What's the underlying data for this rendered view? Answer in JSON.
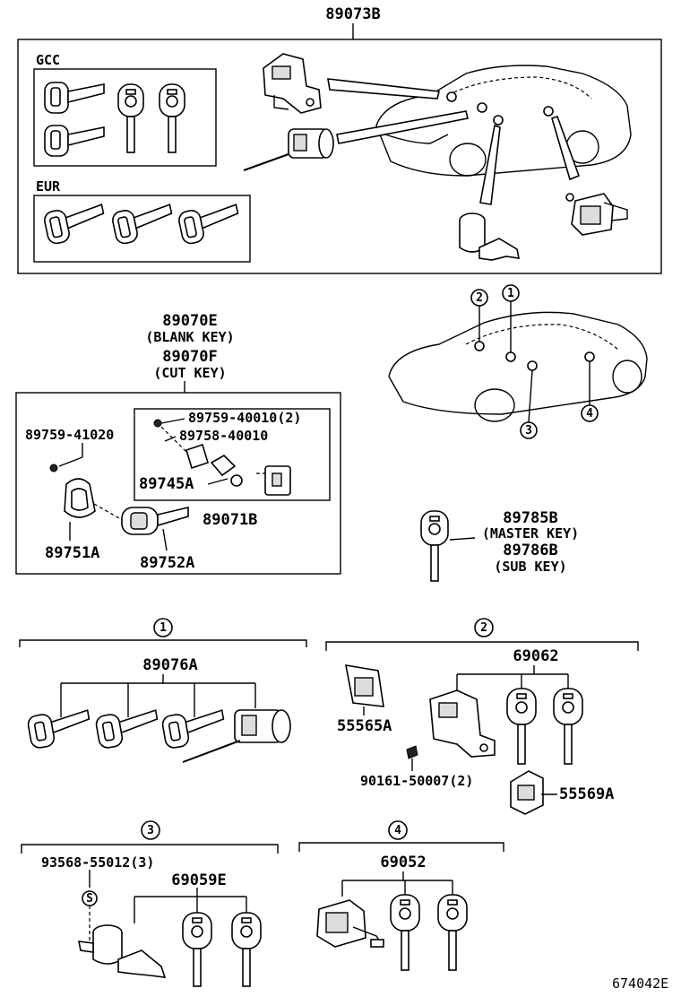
{
  "top": {
    "part": "89073B",
    "gcc_label": "GCC",
    "eur_label": "EUR"
  },
  "key_set": {
    "blank_part": "89070E",
    "blank_desc": "(BLANK KEY)",
    "cut_part": "89070F",
    "cut_desc": "(CUT KEY)",
    "screw_left": "89759-41020",
    "screw_right": "89759-40010(2)",
    "battery": "89758-40010",
    "cover": "89745A",
    "transmitter": "89071B",
    "housing": "89751A",
    "key_blank": "89752A"
  },
  "master": {
    "master_part": "89785B",
    "master_desc": "(MASTER KEY)",
    "sub_part": "89786B",
    "sub_desc": "(SUB KEY)"
  },
  "callouts": [
    "1",
    "2",
    "3",
    "4"
  ],
  "group1": {
    "num": "1",
    "part": "89076A"
  },
  "group2": {
    "num": "2",
    "part": "69062",
    "bracket": "55565A",
    "screw": "90161-50007(2)",
    "cover": "55569A"
  },
  "group3": {
    "num": "3",
    "screw": "93568-55012(3)",
    "part": "69059E",
    "screw_symbol": "S"
  },
  "group4": {
    "num": "4",
    "part": "69052"
  },
  "footer": {
    "code": "674042E"
  }
}
